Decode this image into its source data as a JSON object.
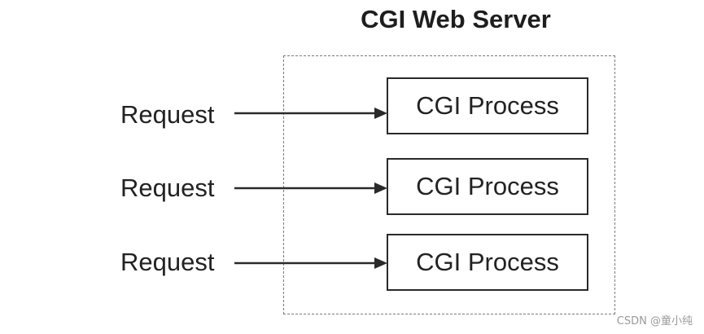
{
  "diagram": {
    "title": "CGI Web Server",
    "rows": [
      {
        "request_label": "Request",
        "process_label": "CGI Process"
      },
      {
        "request_label": "Request",
        "process_label": "CGI Process"
      },
      {
        "request_label": "Request",
        "process_label": "CGI Process"
      }
    ]
  },
  "watermark": "CSDN @童小纯",
  "colors": {
    "line": "#2a2a2a",
    "dashed_border": "#7a7a7a",
    "background": "#ffffff"
  }
}
